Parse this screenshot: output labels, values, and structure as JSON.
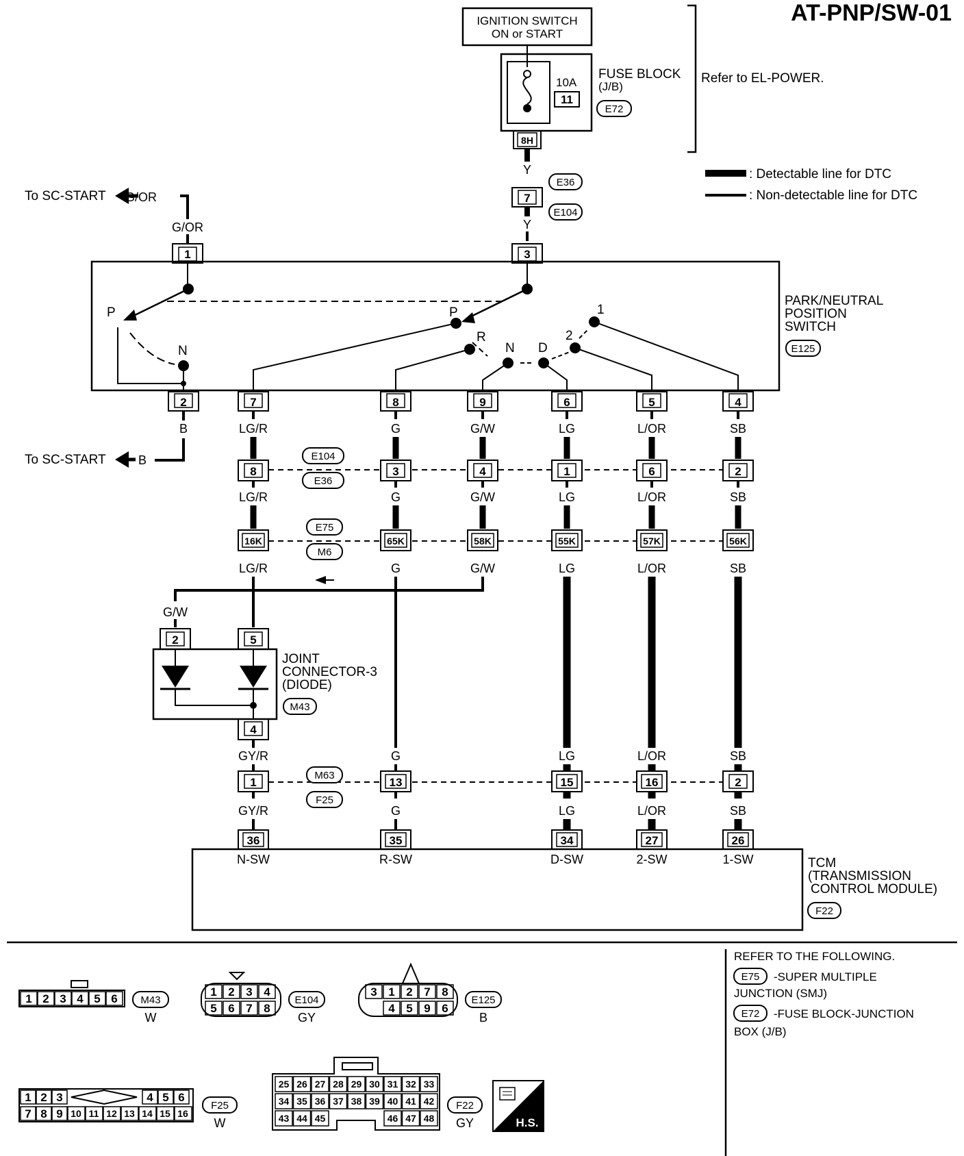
{
  "title": "AT-PNP/SW-01",
  "ignition": {
    "line1": "IGNITION SWITCH",
    "line2": "ON or START"
  },
  "fuse_block": {
    "amp": "10A",
    "fuse_no": "11",
    "line1": "FUSE BLOCK",
    "line2": "(J/B)",
    "connector": "E72",
    "pin": "8H"
  },
  "refer_power": "Refer to EL-POWER.",
  "legend": {
    "detectable": ": Detectable line for DTC",
    "non_detectable": ": Non-detectable line for DTC"
  },
  "to_sc_start_1": "To SC-START",
  "to_sc_start_2": "To SC-START",
  "wire_gor": "G/OR",
  "wire_b": "B",
  "wire_y": "Y",
  "conn_e36": "E36",
  "conn_e104": "E104",
  "pin_7_e36": "7",
  "pnp": {
    "line1": "PARK/NEUTRAL",
    "line2": "POSITION",
    "line3": "SWITCH",
    "connector": "E125",
    "pins_top": [
      "1",
      "3"
    ],
    "pins_bottom": [
      "2",
      "7",
      "8",
      "9",
      "6",
      "5",
      "4"
    ],
    "labels": {
      "p1": "P",
      "n1": "N",
      "p2": "P",
      "r": "R",
      "n2": "N",
      "d": "D",
      "two": "2",
      "one": "1"
    }
  },
  "columns": [
    {
      "wire": "LG/R",
      "e104": "8",
      "e75": "16K",
      "m63": "1",
      "tcm_pin": "36",
      "tcm_label": "N-SW",
      "wire_lower": "GY/R"
    },
    {
      "wire": "G",
      "e104": "3",
      "e75": "65K",
      "m63": "13",
      "tcm_pin": "35",
      "tcm_label": "R-SW",
      "wire_lower": "G"
    },
    {
      "wire": "G/W",
      "e104": "4",
      "e75": "58K"
    },
    {
      "wire": "LG",
      "e104": "1",
      "e75": "55K",
      "m63": "15",
      "tcm_pin": "34",
      "tcm_label": "D-SW",
      "wire_lower": "LG"
    },
    {
      "wire": "L/OR",
      "e104": "6",
      "e75": "57K",
      "m63": "16",
      "tcm_pin": "27",
      "tcm_label": "2-SW",
      "wire_lower": "L/OR"
    },
    {
      "wire": "SB",
      "e104": "2",
      "e75": "56K",
      "m63": "2",
      "tcm_pin": "26",
      "tcm_label": "1-SW",
      "wire_lower": "SB"
    }
  ],
  "conn_e104b": "E104",
  "conn_e36b": "E36",
  "conn_e75": "E75",
  "conn_m6": "M6",
  "conn_m63": "M63",
  "conn_f25": "F25",
  "joint": {
    "line1": "JOINT",
    "line2": "CONNECTOR-3",
    "line3": "(DIODE)",
    "connector": "M43",
    "pin_a": "2",
    "pin_b": "5",
    "pin_out": "4",
    "wire_in": "G/W"
  },
  "tcm": {
    "line1": "TCM",
    "line2": "(TRANSMISSION",
    "line3": "CONTROL MODULE)",
    "connector": "F22"
  },
  "refer_following": {
    "heading": "REFER TO THE FOLLOWING.",
    "item1_conn": "E75",
    "item1_text": "-SUPER MULTIPLE",
    "item1_text2": "JUNCTION (SMJ)",
    "item2_conn": "E72",
    "item2_text": "-FUSE BLOCK-JUNCTION",
    "item2_text2": "BOX (J/B)"
  },
  "views": {
    "m43": {
      "pins": [
        "1",
        "2",
        "3",
        "4",
        "5",
        "6"
      ],
      "id": "M43",
      "color": "W"
    },
    "e104": {
      "top": [
        "1",
        "2",
        "3",
        "4"
      ],
      "bottom": [
        "5",
        "6",
        "7",
        "8"
      ],
      "id": "E104",
      "color": "GY"
    },
    "e125": {
      "top": [
        "3",
        "1",
        "2",
        "7",
        "8"
      ],
      "bottom": [
        "4",
        "5",
        "9",
        "6"
      ],
      "id": "E125",
      "color": "B"
    },
    "f25": {
      "top_l": [
        "1",
        "2",
        "3"
      ],
      "top_r": [
        "4",
        "5",
        "6"
      ],
      "bottom": [
        "7",
        "8",
        "9",
        "10",
        "11",
        "12",
        "13",
        "14",
        "15",
        "16"
      ],
      "id": "F25",
      "color": "W"
    },
    "f22": {
      "r1": [
        "25",
        "26",
        "27",
        "28",
        "29",
        "30",
        "31",
        "32",
        "33"
      ],
      "r2": [
        "34",
        "35",
        "36",
        "37",
        "38",
        "39",
        "40",
        "41",
        "42"
      ],
      "r3l": [
        "43",
        "44",
        "45"
      ],
      "r3r": [
        "46",
        "47",
        "48"
      ],
      "id": "F22",
      "color": "GY"
    },
    "hs": "H.S."
  }
}
